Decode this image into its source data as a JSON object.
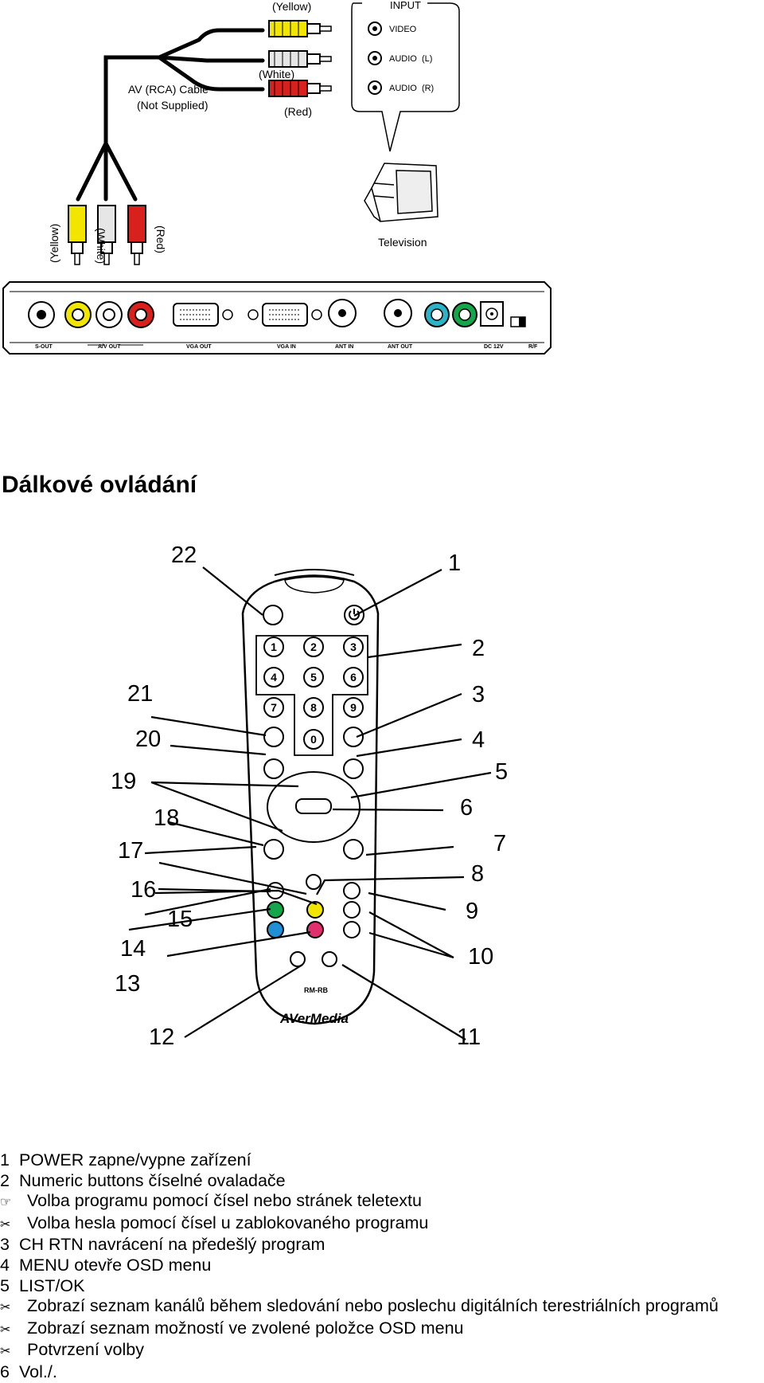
{
  "connection_diagram": {
    "plug_labels": {
      "yellow": "(Yellow)",
      "white": "(White)",
      "red": "(Red)"
    },
    "cable_label_1": "AV (RCA) Cable",
    "cable_label_2": "(Not Supplied)",
    "input_box": {
      "title": "INPUT",
      "ports": [
        "VIDEO",
        "AUDIO  (L)",
        "AUDIO  (R)"
      ]
    },
    "tv_label": "Television",
    "panel_ports": [
      "S-OUT",
      "A/V OUT",
      "VGA OUT",
      "VGA IN",
      "ANT IN",
      "ANT OUT",
      "DC 12V",
      "R/F"
    ]
  },
  "section_title": "Dálkové ovládání",
  "remote": {
    "brand": "AVerMedia",
    "model": "RM-RB",
    "callouts": [
      "1",
      "2",
      "3",
      "4",
      "5",
      "6",
      "7",
      "8",
      "9",
      "10",
      "11",
      "12",
      "13",
      "14",
      "15",
      "16",
      "17",
      "18",
      "19",
      "20",
      "21",
      "22"
    ],
    "keys": [
      "1",
      "2",
      "3",
      "4",
      "5",
      "6",
      "7",
      "8",
      "9",
      "0"
    ]
  },
  "descriptions": [
    {
      "num": "1",
      "text": "POWER  zapne/vypne zařízení"
    },
    {
      "num": "2",
      "text": "Numeric buttons  číselné ovaladače"
    },
    {
      "bullet": "hand",
      "text": "Volba programu pomocí čísel nebo stránek teletextu"
    },
    {
      "bullet": "scissors",
      "text": "Volba hesla pomocí čísel u zablokovaného programu"
    },
    {
      "num": "3",
      "text": "CH RTN  navrácení na předešlý program"
    },
    {
      "num": "4",
      "text": "MENU  otevře OSD menu"
    },
    {
      "num": "5",
      "text": "LIST/OK"
    },
    {
      "bullet": "scissors",
      "text": "Zobrazí seznam kanálů během sledování nebo poslechu digitálních terestriálních programů"
    },
    {
      "bullet": "scissors",
      "text": "Zobrazí seznam možností ve zvolené položce OSD menu"
    },
    {
      "bullet": "scissors",
      "text": "Potvrzení volby"
    },
    {
      "num": "6",
      "text": "Vol./."
    }
  ],
  "colors": {
    "yellow_plug": "#f2e600",
    "white_plug": "#e6e6e6",
    "red_plug": "#d8201c",
    "green_key": "#14a64a",
    "blue_key": "#1f8fd6",
    "pink_key": "#e0306e",
    "cyan_port": "#2bb3c8"
  }
}
